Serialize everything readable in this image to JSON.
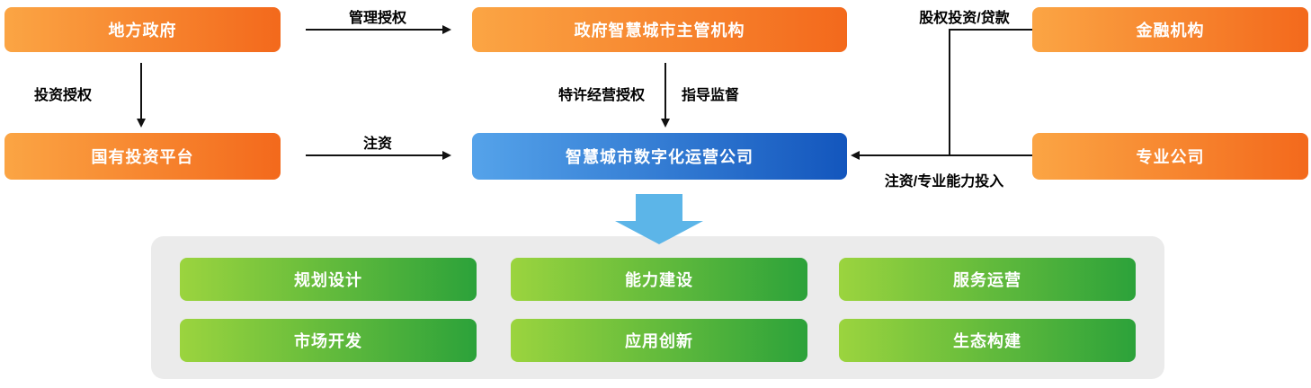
{
  "diagram": {
    "nodes": {
      "local_government": "地方政府",
      "gov_smart_city_authority": "政府智慧城市主管机构",
      "financial_institution": "金融机构",
      "state_investment_platform": "国有投资平台",
      "smart_city_operation_company": "智慧城市数字化运营公司",
      "professional_company": "专业公司"
    },
    "edges": {
      "management_authorization": "管理授权",
      "investment_authorization": "投资授权",
      "franchise_authorization": "特许经营授权",
      "guidance_supervision": "指导监督",
      "capital_injection": "注资",
      "equity_investment_loan": "股权投资/贷款",
      "capital_professional_input": "注资/专业能力投入"
    },
    "functions": [
      "规划设计",
      "能力建设",
      "服务运营",
      "市场开发",
      "应用创新",
      "生态构建"
    ],
    "colors": {
      "orange_gradient_start": "#FBA544",
      "orange_gradient_end": "#F3691C",
      "blue_gradient_start": "#55A3EA",
      "blue_gradient_end": "#1356BD",
      "green_gradient_start": "#9BD43E",
      "green_gradient_end": "#2CA23A",
      "panel_gray": "#EBEBEB",
      "big_arrow_blue": "#5CB5E8",
      "connector_black": "#111111"
    }
  }
}
